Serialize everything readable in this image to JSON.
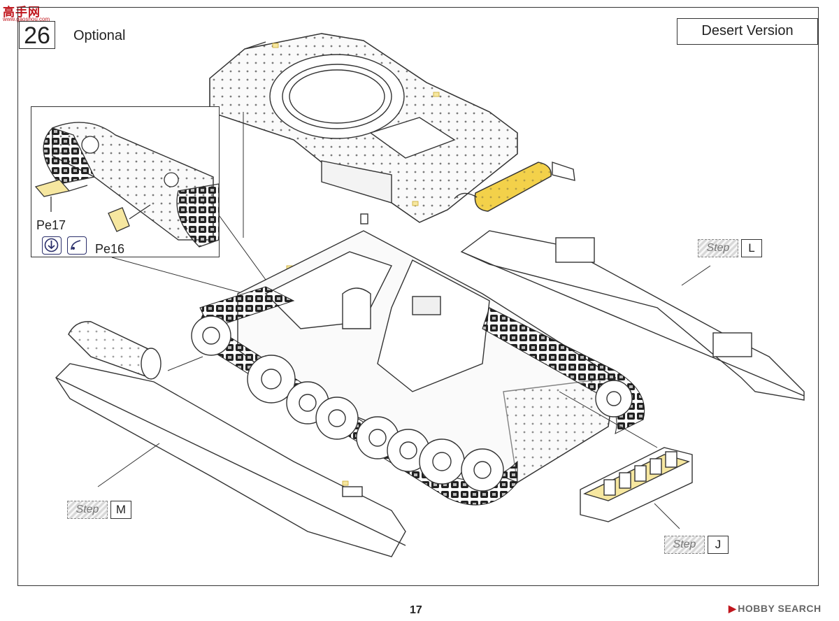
{
  "watermark": {
    "text": "高手网",
    "url": "www.gaoshou.com"
  },
  "header": {
    "step_number": "26",
    "optional_label": "Optional",
    "version_label": "Desert Version"
  },
  "inset": {
    "labels": {
      "pe17": "Pe17",
      "pe16": "Pe16"
    },
    "icons": [
      "fold-down-icon",
      "bend-tool-icon"
    ]
  },
  "step_refs": [
    {
      "tag": "Step",
      "letter": "L"
    },
    {
      "tag": "Step",
      "letter": "M"
    },
    {
      "tag": "Step",
      "letter": "J"
    }
  ],
  "footer": {
    "page_number": "17",
    "brand": "HOBBY SEARCH"
  },
  "colors": {
    "highlight": "#f3d14a",
    "photoetch": "#f6e7a0",
    "line": "#333333",
    "icon": "#2b2f6b",
    "brand": "#c0161d"
  }
}
